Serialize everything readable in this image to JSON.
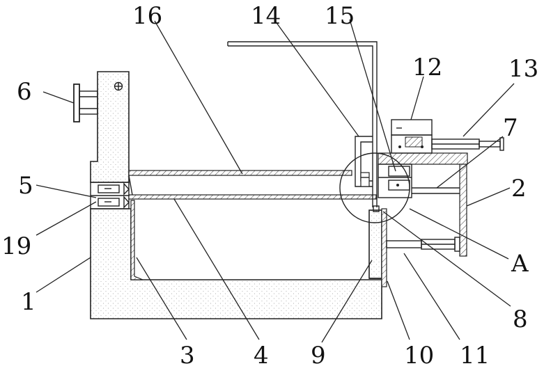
{
  "diagram": {
    "labels": {
      "l1": "1",
      "l2": "2",
      "l3": "3",
      "l4": "4",
      "l5": "5",
      "l6": "6",
      "l7": "7",
      "l8": "8",
      "l9": "9",
      "l10": "10",
      "l11": "11",
      "l12": "12",
      "l13": "13",
      "l14": "14",
      "l15": "15",
      "l16": "16",
      "l19": "19",
      "lA": "A"
    }
  }
}
